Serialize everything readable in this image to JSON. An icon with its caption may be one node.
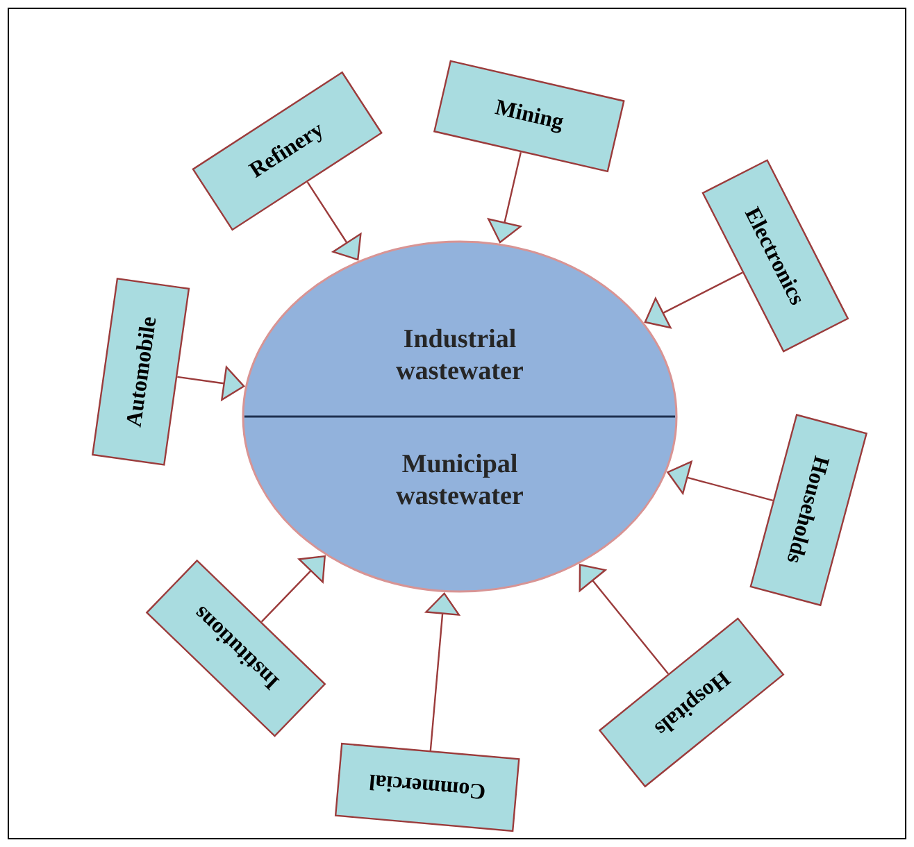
{
  "diagram": {
    "nodes": [
      {
        "text": [
          "Industrial wastewater",
          "Municipal wastewater"
        ]
      },
      {
        "text": [
          "Mining"
        ]
      },
      {
        "text": [
          "Refinery"
        ]
      },
      {
        "text": [
          "Automobile"
        ]
      },
      {
        "text": [
          "Electronics"
        ]
      },
      {
        "text": [
          "Institutions"
        ]
      },
      {
        "text": [
          "Households"
        ]
      },
      {
        "text": [
          "Commercial"
        ]
      },
      {
        "text": [
          "Hospitals"
        ]
      }
    ],
    "edges": [
      {
        "from": 1,
        "to": 0,
        "arrow": "to"
      },
      {
        "from": 2,
        "to": 0,
        "arrow": "to"
      },
      {
        "from": 3,
        "to": 0,
        "arrow": "to"
      },
      {
        "from": 4,
        "to": 0,
        "arrow": "to"
      },
      {
        "from": 5,
        "to": 0,
        "arrow": "to"
      },
      {
        "from": 6,
        "to": 0,
        "arrow": "to"
      },
      {
        "from": 7,
        "to": 0,
        "arrow": "to"
      },
      {
        "from": 8,
        "to": 0,
        "arrow": "to"
      }
    ]
  }
}
